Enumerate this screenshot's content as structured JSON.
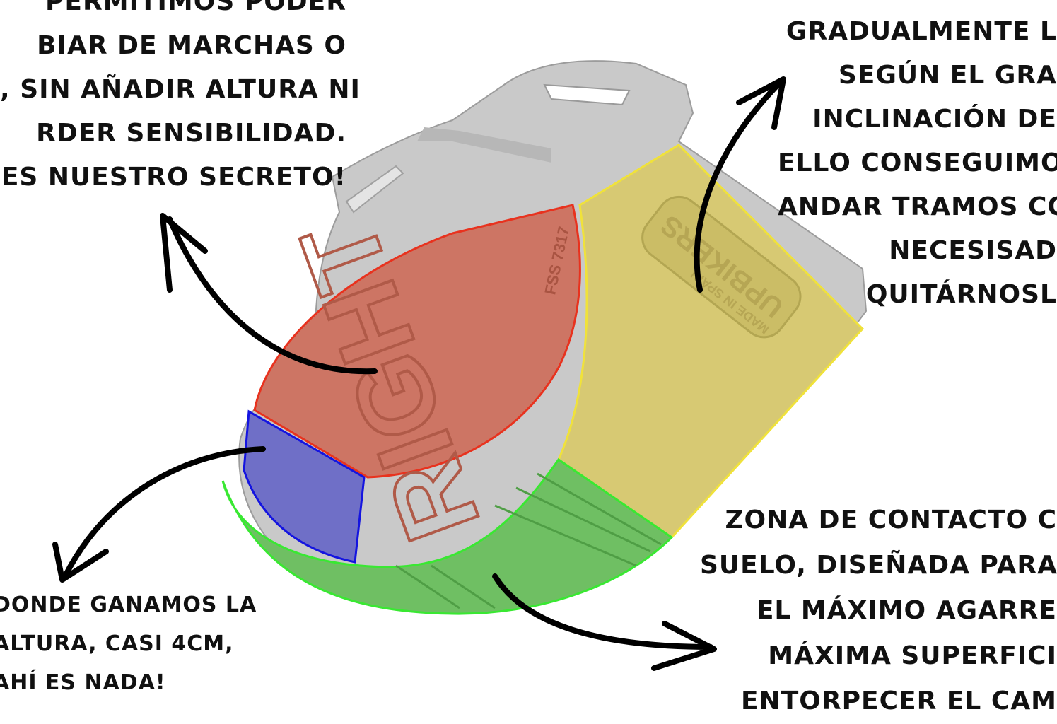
{
  "notes": {
    "top_left": [
      "PERMITIMOS PODER",
      "BIAR DE MARCHAS O",
      ", SIN AÑADIR ALTURA NI",
      "RDER SENSIBILIDAD.",
      "ES NUESTRO SECRETO!"
    ],
    "top_right": [
      "GRADUALMENTE L",
      "SEGÚN EL GRA",
      "INCLINACIÓN DE",
      "ELLO CONSEGUIMO",
      "ANDAR TRAMOS CO",
      "NECESISAD",
      "QUITÁRNOSL"
    ],
    "bottom_left": [
      "DONDE GANAMOS LA",
      "ALTURA, CASI 4CM,",
      "AHÍ ES NADA!"
    ],
    "bottom_right": [
      "ZONA DE CONTACTO C",
      "SUELO, DISEÑADA PARA",
      "EL MÁXIMO AGARRE",
      "MÁXIMA SUPERFICI",
      "ENTORPECER EL CAM"
    ]
  },
  "product": {
    "red_zone_text": "RIGHT",
    "red_zone_code": "FSS 7317",
    "yellow_zone_brand": "UPBIKERS",
    "yellow_zone_sub": "MADE IN SPAIN"
  },
  "colors": {
    "red_zone": "#cd7564",
    "yellow_zone": "#d7c973",
    "green_zone": "#6fbf63",
    "blue_zone": "#6f6fc7",
    "body": "#c8c8c8"
  }
}
